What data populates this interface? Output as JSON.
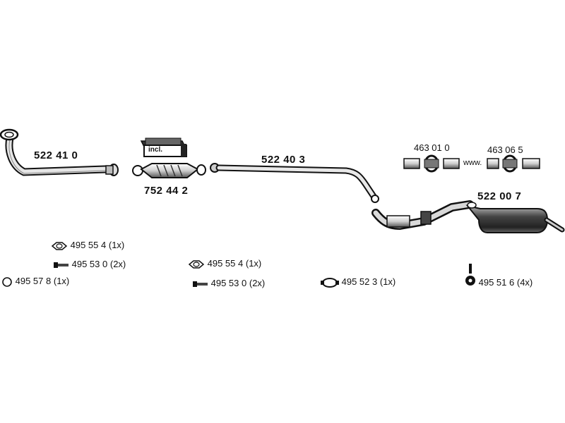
{
  "parts": {
    "front_pipe": {
      "number": "522 41 0"
    },
    "catalyst": {
      "number": "752 44 2",
      "kit_label": "incl."
    },
    "middle_pipe": {
      "number": "522 40 3"
    },
    "rear_silencer": {
      "number": "522 00 7"
    },
    "connector_a": {
      "number": "463 01 0"
    },
    "connector_b": {
      "number": "463 06 5"
    },
    "connector_sep": "www."
  },
  "accessories": [
    {
      "number": "495 55 4",
      "qty": "(1x)",
      "icon": "gasket-icon"
    },
    {
      "number": "495 53 0",
      "qty": "(2x)",
      "icon": "bolt-icon"
    },
    {
      "number": "495 57 8",
      "qty": "(1x)",
      "icon": "ring-icon"
    },
    {
      "number": "495 55 4",
      "qty": "(1x)",
      "icon": "gasket-icon"
    },
    {
      "number": "495 53 0",
      "qty": "(2x)",
      "icon": "bolt-icon"
    },
    {
      "number": "495 52 3",
      "qty": "(1x)",
      "icon": "clamp-icon"
    },
    {
      "number": "495 51 6",
      "qty": "(4x)",
      "icon": "hanger-icon"
    }
  ],
  "colors": {
    "ink": "#111111",
    "shade": "#555555",
    "paper": "#ffffff"
  }
}
